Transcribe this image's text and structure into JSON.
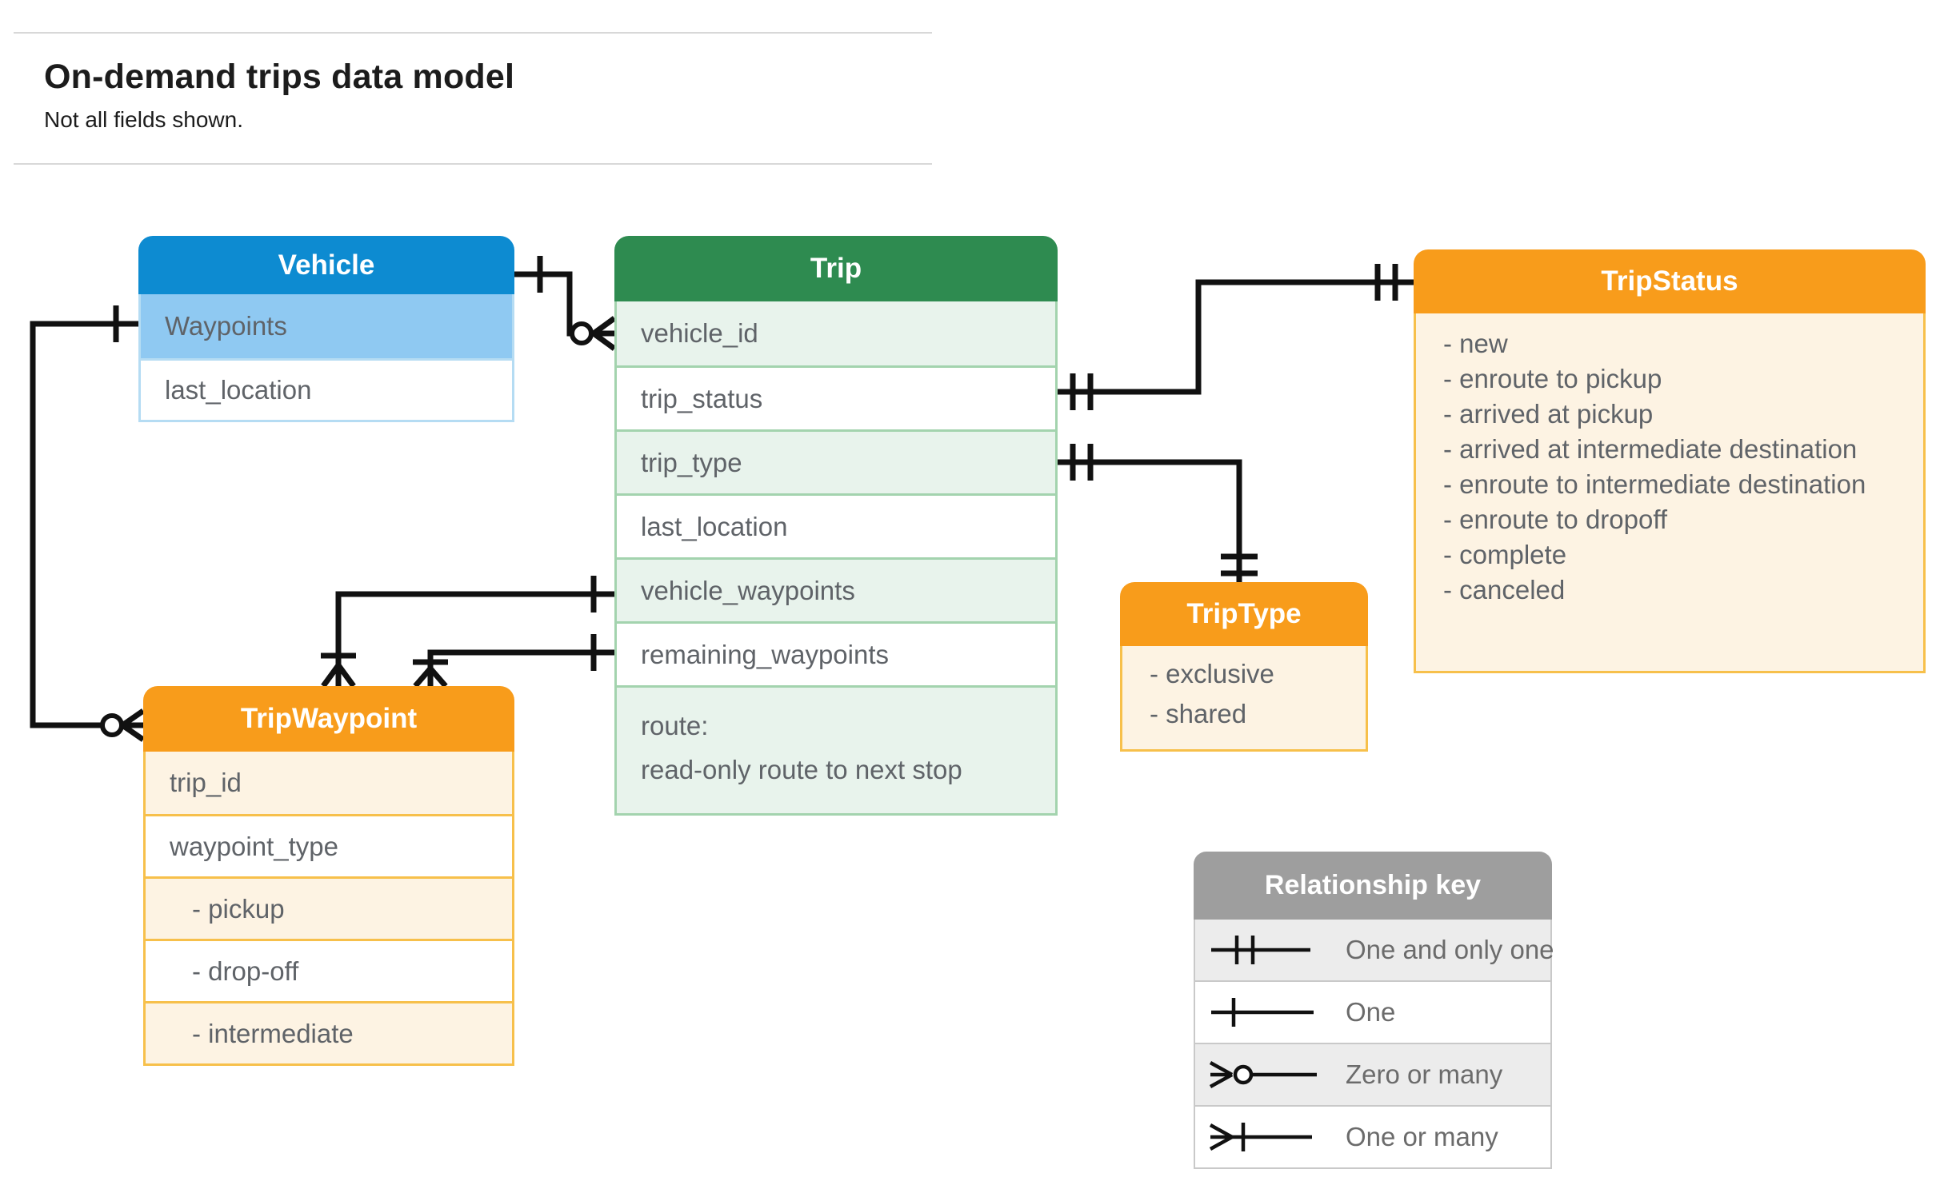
{
  "page": {
    "title": "On-demand trips data model",
    "subtitle": "Not all fields shown."
  },
  "tables": {
    "vehicle": {
      "title": "Vehicle",
      "rows": [
        "Waypoints",
        "last_location"
      ]
    },
    "trip": {
      "title": "Trip",
      "rows": [
        "vehicle_id",
        "trip_status",
        "trip_type",
        "last_location",
        "vehicle_waypoints",
        "remaining_waypoints"
      ],
      "route": {
        "line1": "route:",
        "line2": "read-only route to next stop"
      }
    },
    "tripStatus": {
      "title": "TripStatus",
      "items": [
        "- new",
        "- enroute to pickup",
        "- arrived at pickup",
        "- arrived at intermediate destination",
        "- enroute to intermediate destination",
        "- enroute to dropoff",
        "- complete",
        "- canceled"
      ]
    },
    "tripType": {
      "title": "TripType",
      "items": [
        "- exclusive",
        "- shared"
      ]
    },
    "tripWaypoint": {
      "title": "TripWaypoint",
      "rows": [
        "trip_id",
        "waypoint_type",
        "- pickup",
        "- drop-off",
        "- intermediate"
      ]
    }
  },
  "legend": {
    "title": "Relationship key",
    "entries": [
      {
        "symbol": "one-and-only-one",
        "label": "One and only one"
      },
      {
        "symbol": "one",
        "label": "One"
      },
      {
        "symbol": "zero-or-many",
        "label": "Zero or many"
      },
      {
        "symbol": "one-or-many",
        "label": "One or many"
      }
    ]
  },
  "colors": {
    "vehicle_header": "#0d8bd1",
    "vehicle_key_row": "#8fc9f2",
    "trip_header": "#2e8b50",
    "trip_alt_row": "#e8f3ec",
    "orange_header": "#f89c1b",
    "orange_alt_row": "#fdf3e3",
    "legend_header": "#9e9e9e",
    "legend_alt_row": "#ececec",
    "connector": "#111111",
    "label_text": "#5f6368"
  }
}
